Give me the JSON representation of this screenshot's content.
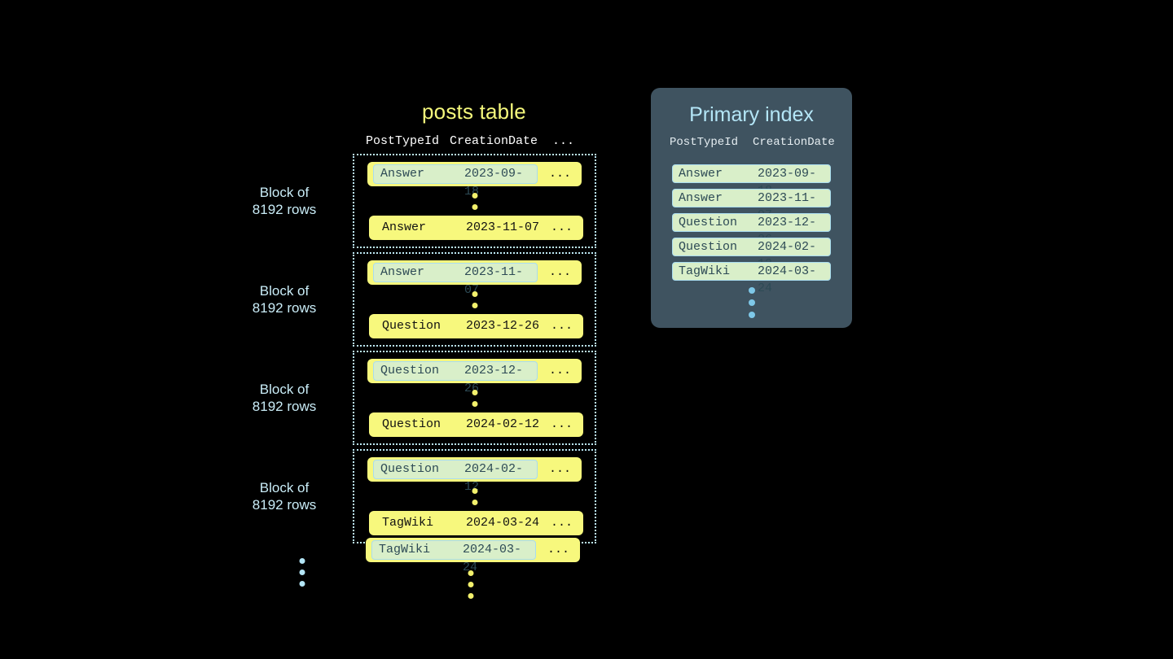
{
  "colors": {
    "background": "#000000",
    "row_yellow": "#f7f87d",
    "key_green": "#d9efc9",
    "key_border": "#a9dcef",
    "panel_bg": "#3f5360",
    "accent_blue": "#b4e6f7",
    "title_yellow": "#f5f87c",
    "dot_yellow": "#f2f06c",
    "dot_blue": "#7ec8e8"
  },
  "posts_table": {
    "title": "posts table",
    "columns": {
      "type": "PostTypeId",
      "date": "CreationDate",
      "more": "..."
    },
    "block_label": "Block of\n8192 rows",
    "row_ellipsis": "...",
    "blocks": [
      {
        "label": "Block of\n8192 rows",
        "first_row": {
          "type": "Answer",
          "date": "2023-09-18",
          "more": "...",
          "key_highlighted": true
        },
        "last_row": {
          "type": "Answer",
          "date": "2023-11-07",
          "more": "...",
          "key_highlighted": false
        }
      },
      {
        "label": "Block of\n8192 rows",
        "first_row": {
          "type": "Answer",
          "date": "2023-11-07",
          "more": "...",
          "key_highlighted": true
        },
        "last_row": {
          "type": "Question",
          "date": "2023-12-26",
          "more": "...",
          "key_highlighted": false
        }
      },
      {
        "label": "Block of\n8192 rows",
        "first_row": {
          "type": "Question",
          "date": "2023-12-26",
          "more": "...",
          "key_highlighted": true
        },
        "last_row": {
          "type": "Question",
          "date": "2024-02-12",
          "more": "...",
          "key_highlighted": false
        }
      },
      {
        "label": "Block of\n8192 rows",
        "first_row": {
          "type": "Question",
          "date": "2024-02-12",
          "more": "...",
          "key_highlighted": true
        },
        "last_row": {
          "type": "TagWiki",
          "date": "2024-03-24",
          "more": "...",
          "key_highlighted": false
        }
      }
    ],
    "trailing_row": {
      "type": "TagWiki",
      "date": "2024-03-24",
      "more": "...",
      "key_highlighted": true
    }
  },
  "primary_index": {
    "title": "Primary index",
    "columns": {
      "type": "PostTypeId",
      "date": "CreationDate"
    },
    "rows": [
      {
        "type": "Answer",
        "date": "2023-09-18"
      },
      {
        "type": "Answer",
        "date": "2023-11-07"
      },
      {
        "type": "Question",
        "date": "2023-12-26"
      },
      {
        "type": "Question",
        "date": "2024-02-12"
      },
      {
        "type": "TagWiki",
        "date": "2024-03-24"
      }
    ]
  }
}
